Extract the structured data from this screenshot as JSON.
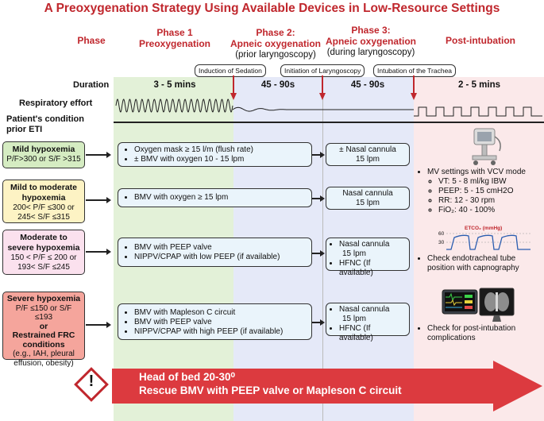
{
  "title": "A  Preoxygenation Strategy Using Available Devices in Low-Resource Settings",
  "headers": {
    "phase": "Phase",
    "phase1": "Phase 1",
    "phase1_sub": "Preoxygenation",
    "phase2": "Phase 2:",
    "phase2_sub1": "Apneic oxygenation",
    "phase2_sub2": "(prior laryngoscopy)",
    "phase3": "Phase 3:",
    "phase3_sub1": "Apneic oxygenation",
    "phase3_sub2": "(during laryngoscopy)",
    "post": "Post-intubation"
  },
  "events": [
    "Induction of Sedation",
    "Initiation of Laryngoscopy",
    "Intubation of the Trachea"
  ],
  "rows": {
    "duration": "Duration",
    "effort": "Respiratory effort",
    "condition": "Patient's condition prior ETI"
  },
  "durations": [
    "3 - 5 mins",
    "45 - 90s",
    "45 - 90s",
    "2 - 5 mins"
  ],
  "conditions": [
    {
      "title": "Mild hypoxemia",
      "lines": [
        "P/F>300 or S/F >315"
      ],
      "color": "#d5ecc2"
    },
    {
      "title": "Mild to moderate hypoxemia",
      "lines": [
        "200< P/F ≤300 or",
        "245< S/F ≤315"
      ],
      "color": "#fdf3c4"
    },
    {
      "title": "Moderate to severe hypoxemia",
      "lines": [
        "150 < P/F ≤ 200 or",
        "193< S/F ≤245"
      ],
      "color": "#fbe1ee"
    },
    {
      "title": "Severe hypoxemia",
      "lines": [
        "P/F ≤150 or S/F ≤193"
      ],
      "or": "or",
      "title2": "Restrained FRC conditions",
      "lines2": [
        "(e.g., IAH, pleural",
        "effusion, obesity)"
      ],
      "color": "#f5a59c"
    }
  ],
  "phase1_items": [
    [
      "Oxygen mask ≥ 15 l/m (flush rate)",
      "± BMV with oxygen 10 - 15 lpm"
    ],
    [
      "BMV with oxygen ≥ 15 lpm"
    ],
    [
      "BMV with PEEP valve",
      "NIPPV/CPAP with low PEEP (if available)"
    ],
    [
      "BMV with Mapleson C circuit",
      "BMV with PEEP valve",
      "NIPPV/CPAP with high PEEP (if available)"
    ]
  ],
  "phase3_items": {
    "row1": [
      "± Nasal cannula",
      "15 lpm"
    ],
    "row2": [
      "Nasal cannula",
      "15 lpm"
    ],
    "row3": {
      "b1": "Nasal cannula",
      "b1b": "15 lpm",
      "b2": "HFNC (If available)"
    },
    "row4": {
      "b1": "Nasal cannula",
      "b1b": "15 lpm",
      "b2": "HFNC (If available)"
    }
  },
  "post": {
    "mv_title": "MV settings with VCV mode",
    "mv_items": [
      "VT: 5 - 8 ml/kg IBW",
      "PEEP: 5 - 15 cmH2O",
      "RR: 12 - 30 rpm",
      "FiO₂: 40 - 100%"
    ],
    "etco2_label": "ETCO₂ (mmHg)",
    "etco2_60": "60",
    "etco2_30": "30",
    "check_tube": "Check endotracheal tube position with capnography",
    "check_post": "Check for post-intubation complications"
  },
  "bottom": {
    "line1": "Head of bed 20-30⁰",
    "line2": "Rescue BMV with PEEP valve or Mapleson C circuit",
    "warning": "!"
  },
  "colors": {
    "red": "#c0272d",
    "phase1": "#e3f1d8",
    "phase2": "#e5e9f8",
    "phase3": "#e5e9f8",
    "post": "#fbe9ea",
    "arrow": "#dc3a3f"
  }
}
